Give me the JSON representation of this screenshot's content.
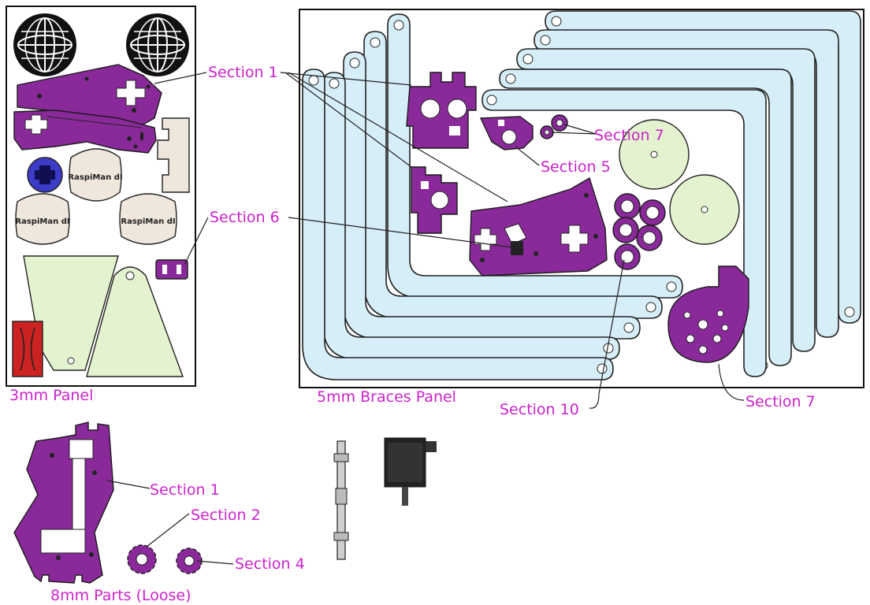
{
  "labels": {
    "panel_3mm": "3mm Panel",
    "panel_5mm": "5mm Braces Panel",
    "parts_8mm": "8mm Parts (Loose)",
    "s1_top": "Section 1",
    "s6": "Section 6",
    "s7_top": "Section 7",
    "s5": "Section 5",
    "s10": "Section 10",
    "s7_bottom": "Section 7",
    "s1_bottom": "Section 1",
    "s2": "Section 2",
    "s4": "Section 4"
  },
  "logo_text": "RaspiMan dI",
  "colors": {
    "label": "#cc22cc",
    "purple_part": "#8a2a9a",
    "brace": "#d6eef8",
    "cream_part": "#efe6dc",
    "green_part": "#e4f3cf",
    "blue_part": "#3c3cc8",
    "red_part": "#cc2222"
  }
}
